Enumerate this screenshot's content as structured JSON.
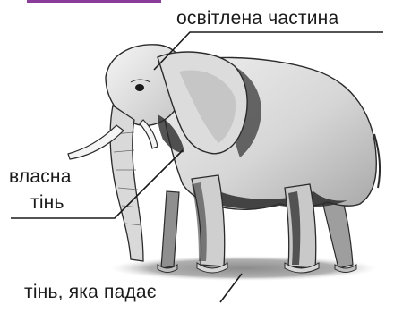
{
  "labels": {
    "lit_part": "освітлена частина",
    "own_shadow_line1": "власна",
    "own_shadow_line2": "тінь",
    "cast_shadow": "тінь, яка падає"
  },
  "colors": {
    "text": "#1a1a1a",
    "leader_line": "#1a1a1a",
    "elephant_light": "#e6e6e6",
    "elephant_mid": "#b9b9b9",
    "elephant_dark": "#2b2b2b",
    "ground_shadow": "#9a9a9a",
    "top_accent": "#8a3c9a"
  },
  "icons": {
    "illustration": "elephant-illustration"
  }
}
